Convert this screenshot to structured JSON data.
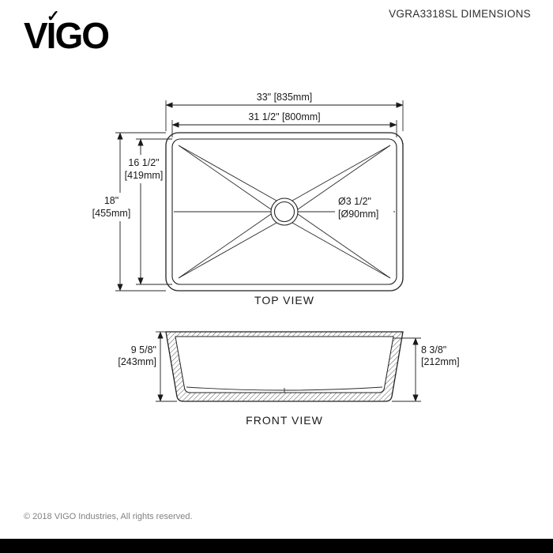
{
  "header": {
    "logo": {
      "text": "VIGO",
      "check": "✓"
    },
    "title": "VGRA3318SL DIMENSIONS"
  },
  "top_view": {
    "label": "TOP VIEW",
    "outer_width": "33\" [835mm]",
    "inner_width": "31 1/2\" [800mm]",
    "outer_height": {
      "in": "18\"",
      "mm": "[455mm]"
    },
    "inner_height": {
      "in": "16 1/2\"",
      "mm": "[419mm]"
    },
    "drain": {
      "in": "Ø3 1/2\"",
      "mm": "[Ø90mm]"
    }
  },
  "front_view": {
    "label": "FRONT VIEW",
    "left_height": {
      "in": "9 5/8\"",
      "mm": "[243mm]"
    },
    "right_height": {
      "in": "8 3/8\"",
      "mm": "[212mm]"
    }
  },
  "footer": {
    "copyright": "© 2018 VIGO Industries, All rights reserved."
  }
}
